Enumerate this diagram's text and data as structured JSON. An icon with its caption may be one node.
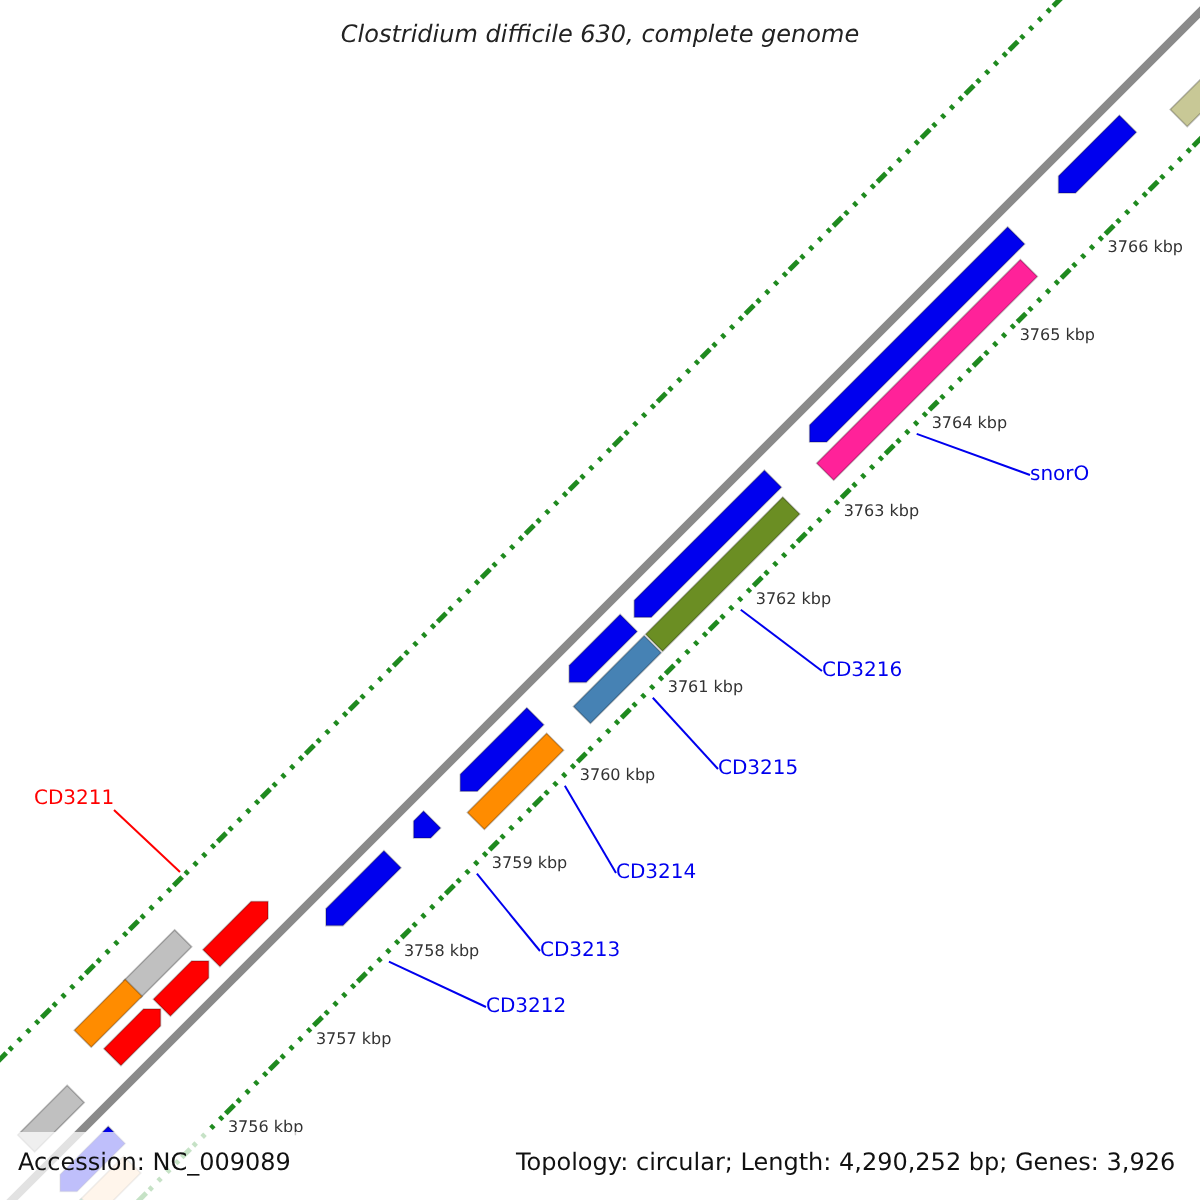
{
  "diagram": {
    "title": "Clostridium difficile 630, complete genome",
    "nodes": [
      {
        "text": [
          "CD3211"
        ]
      },
      {
        "text": [
          "CD3212"
        ]
      },
      {
        "text": [
          "CD3213"
        ]
      },
      {
        "text": [
          "CD3214"
        ]
      },
      {
        "text": [
          "CD3215"
        ]
      },
      {
        "text": [
          "CD3216"
        ]
      },
      {
        "text": [
          "snorO"
        ]
      }
    ],
    "edges": [
      {
        "from": 0,
        "to": null,
        "arrow": "none",
        "color": "#ff0000"
      },
      {
        "from": 1,
        "to": null,
        "arrow": "none"
      },
      {
        "from": 2,
        "to": null,
        "arrow": "none"
      },
      {
        "from": 3,
        "to": null,
        "arrow": "none"
      },
      {
        "from": 4,
        "to": null,
        "arrow": "none"
      },
      {
        "from": 5,
        "to": null,
        "arrow": "none"
      },
      {
        "from": 6,
        "to": null,
        "arrow": "none"
      }
    ],
    "labels": [
      "3766 kbp",
      "3765 kbp",
      "3764 kbp",
      "3763 kbp",
      "3762 kbp",
      "3761 kbp",
      "3760 kbp",
      "3759 kbp",
      "3758 kbp",
      "3757 kbp",
      "3756 kbp",
      "Accession: NC_009089",
      "Topology: circular; Length: 4,290,252 bp; Genes: 3,926"
    ]
  }
}
